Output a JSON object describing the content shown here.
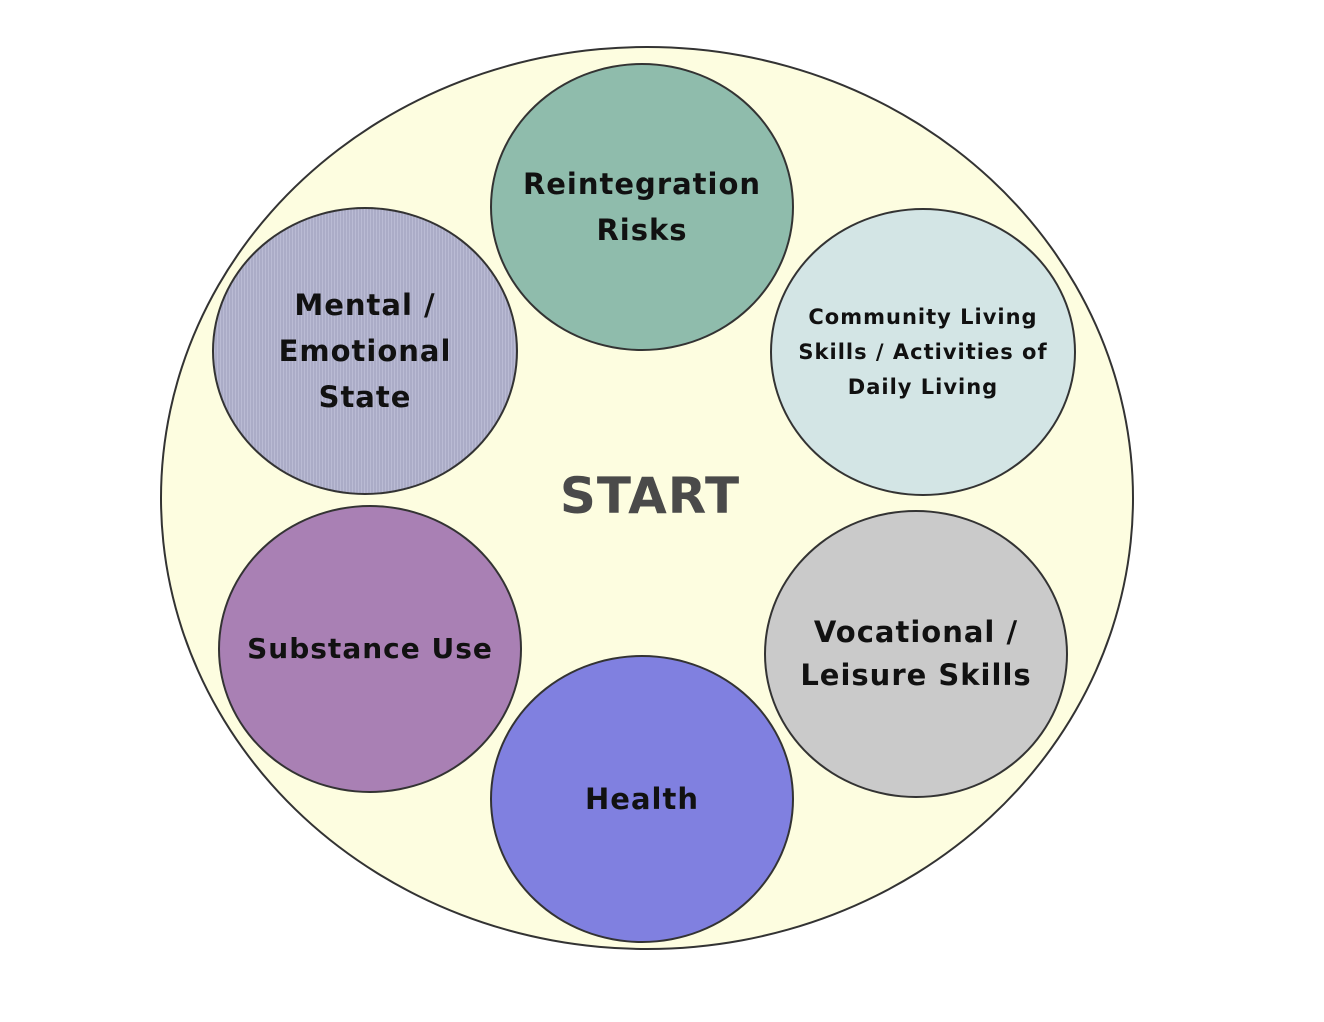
{
  "diagram": {
    "center_label": "START",
    "colors": {
      "background": "#ffffff",
      "outer_circle": "#fdfde0",
      "outline": "#333333",
      "text": "#111111",
      "center_text": "#4a4a4a"
    },
    "nodes": [
      {
        "id": "reintegration",
        "label": "Reintegration\nRisks",
        "color": "#8fbcac"
      },
      {
        "id": "community",
        "label": "Community Living\nSkills / Activities of\nDaily Living",
        "color": "#d3e5e5"
      },
      {
        "id": "vocational",
        "label": "Vocational /\nLeisure Skills",
        "color": "#cacaca"
      },
      {
        "id": "health",
        "label": "Health",
        "color": "#8080e0"
      },
      {
        "id": "substance",
        "label": "Substance Use",
        "color": "#a980b4"
      },
      {
        "id": "mental",
        "label": "Mental /\nEmotional\nState",
        "color": "#b2b3cf"
      }
    ]
  }
}
